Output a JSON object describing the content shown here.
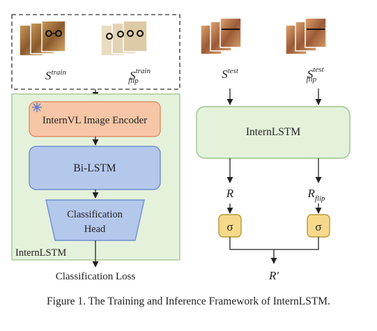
{
  "training": {
    "input_label": {
      "base": "S",
      "sup": "train"
    },
    "input_flip_label": {
      "base": "S",
      "sup": "train",
      "sub": "flip"
    },
    "encoder_label": "InternVL Image Encoder",
    "lstm_label": "Bi-LSTM",
    "head_label_line1": "Classification",
    "head_label_line2": "Head",
    "model_label": "InternLSTM",
    "loss_label": "Classification Loss"
  },
  "inference": {
    "input_label": {
      "base": "S",
      "sup": "test"
    },
    "input_flip_label": {
      "base": "S",
      "sup": "test",
      "sub": "flip"
    },
    "model_label": "InternLSTM",
    "output_label": "R",
    "output_flip_label": {
      "base": "R",
      "sub": "flip"
    },
    "sigma": "σ",
    "final_label": "R′"
  },
  "caption": "Figure 1. The Training and Inference Framework of InternLSTM.",
  "colors": {
    "green_panel": "#e4f2dc",
    "green_border": "#9cc48c",
    "encoder_fill": "#f7c6a6",
    "encoder_border": "#d9916a",
    "lstm_fill": "#b4c8ec",
    "lstm_border": "#6f8fc9",
    "sigma_fill": "#f6d98a",
    "sigma_border": "#b99a3c",
    "snowflake": "#5a78c8"
  }
}
